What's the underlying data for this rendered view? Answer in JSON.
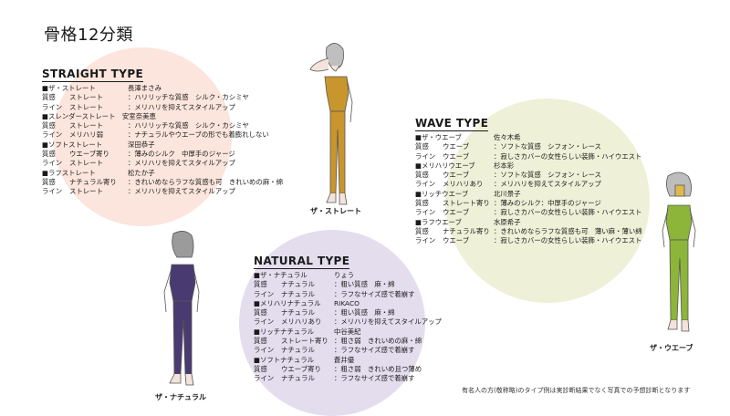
{
  "title": "骨格12分類",
  "note": "有名人の方(敬称略)のタイプ例は実診断結果でなく写真での予想診断となります",
  "colors": {
    "straight_circle": "#fbe5dc",
    "wave_circle": "#eef0d7",
    "natural_circle": "#e4ddee",
    "straight_outfit": "#c9952d",
    "wave_outfit": "#8cb53a",
    "natural_outfit": "#4a3a72"
  },
  "straight": {
    "heading": "STRAIGHT TYPE",
    "caption": "ザ・ストレート",
    "rows": [
      {
        "c0": "■ザ・ストレート",
        "name": "長澤まさみ"
      },
      {
        "c0": "質感",
        "c1": "ストレート",
        "c2": "：ハリリッチな質感　シルク・カシミヤ"
      },
      {
        "c0": "ライン",
        "c1": "ストレート",
        "c2": "：メリハリを抑えてスタイルアップ"
      },
      {
        "c0": "■スレンダーストレート　安室奈美恵"
      },
      {
        "c0": "質感",
        "c1": "ストレート",
        "c2": "：ハリリッチな質感　シルク・カシミヤ"
      },
      {
        "c0": "ライン",
        "c1": "メリハリ弱",
        "c2": "：ナチュラルやウエーブの形でも着膨れしない"
      },
      {
        "c0": "■ソフトストレート",
        "name": "深田恭子"
      },
      {
        "c0": "質感",
        "c1": "ウエーブ寄り",
        "c2": "：薄みのシルク　中厚手のジャージ"
      },
      {
        "c0": "ライン",
        "c1": "ストレート",
        "c2": "：メリハリを抑えてスタイルアップ"
      },
      {
        "c0": "■ラフストレート",
        "name": "松たか子"
      },
      {
        "c0": "質感",
        "c1": "ナチュラル寄り",
        "c2": "：きれいめならラフな質感も可　きれいめの麻・綿"
      },
      {
        "c0": "ライン",
        "c1": "ストレート",
        "c2": "：メリハリを抑えてスタイルアップ"
      }
    ]
  },
  "wave": {
    "heading": "WAVE TYPE",
    "caption": "ザ・ウエーブ",
    "rows": [
      {
        "c0": "■ザ・ウエーブ",
        "name": "佐々木希"
      },
      {
        "c0": "質感",
        "c1": "ウエーブ",
        "c2": "：ソフトな質感　シフォン・レース"
      },
      {
        "c0": "ライン",
        "c1": "ウエーブ",
        "c2": "：寂しさカバーの女性らしい装飾・ハイウエスト"
      },
      {
        "c0": "■メリハリウエーブ",
        "name": "杉本彩"
      },
      {
        "c0": "質感",
        "c1": "ウエーブ",
        "c2": "：ソフトな質感　シフォン・レース"
      },
      {
        "c0": "ライン",
        "c1": "メリハリあり",
        "c2": "：メリハリを抑えてスタイルアップ"
      },
      {
        "c0": "■リッチウエーブ",
        "name": "北川景子"
      },
      {
        "c0": "質感",
        "c1": "ストレート寄り",
        "c2": "：薄みのシルク：中厚手のジャージ"
      },
      {
        "c0": "ライン",
        "c1": "ウエーブ",
        "c2": "：寂しさカバーの女性らしい装飾・ハイウエスト"
      },
      {
        "c0": "■ラフウエーブ",
        "name": "水原希子"
      },
      {
        "c0": "質感",
        "c1": "ナチュラル寄り",
        "c2": "：きれいめならラフな質感も可　薄い麻・薄い綿"
      },
      {
        "c0": "ライン",
        "c1": "ウエーブ",
        "c2": "：寂しさカバーの女性らしい装飾・ハイウエスト"
      }
    ]
  },
  "natural": {
    "heading": "NATURAL TYPE",
    "caption": "ザ・ナチュラル",
    "rows": [
      {
        "c0": "■ザ・ナチュラル",
        "name": "りょう"
      },
      {
        "c0": "質感",
        "c1": "ナチュラル",
        "c2": "：粗い質感　麻・綿"
      },
      {
        "c0": "ライン",
        "c1": "ナチュラル",
        "c2": "：ラフなサイズ感で着崩す"
      },
      {
        "c0": "■メリハリナチュラル",
        "name": "RIKACO"
      },
      {
        "c0": "質感",
        "c1": "ナチュラル",
        "c2": "：粗い質感　麻・綿"
      },
      {
        "c0": "ライン",
        "c1": "メリハリあり",
        "c2": "：メリハリを抑えてスタイルアップ"
      },
      {
        "c0": "■リッチナチュラル",
        "name": "中谷美紀"
      },
      {
        "c0": "質感",
        "c1": "ストレート寄り",
        "c2": "：粗さ弱　きれいめの麻・綿"
      },
      {
        "c0": "ライン",
        "c1": "ナチュラル",
        "c2": "：ラフなサイズ感で着崩す"
      },
      {
        "c0": "■ソフトナチュラル",
        "name": "蒼井優"
      },
      {
        "c0": "質感",
        "c1": "ウエーブ寄り",
        "c2": "：粗さ弱　きれいめ且つ薄め"
      },
      {
        "c0": "ライン",
        "c1": "ナチュラル",
        "c2": "：ラフなサイズ感で着崩す"
      }
    ]
  }
}
